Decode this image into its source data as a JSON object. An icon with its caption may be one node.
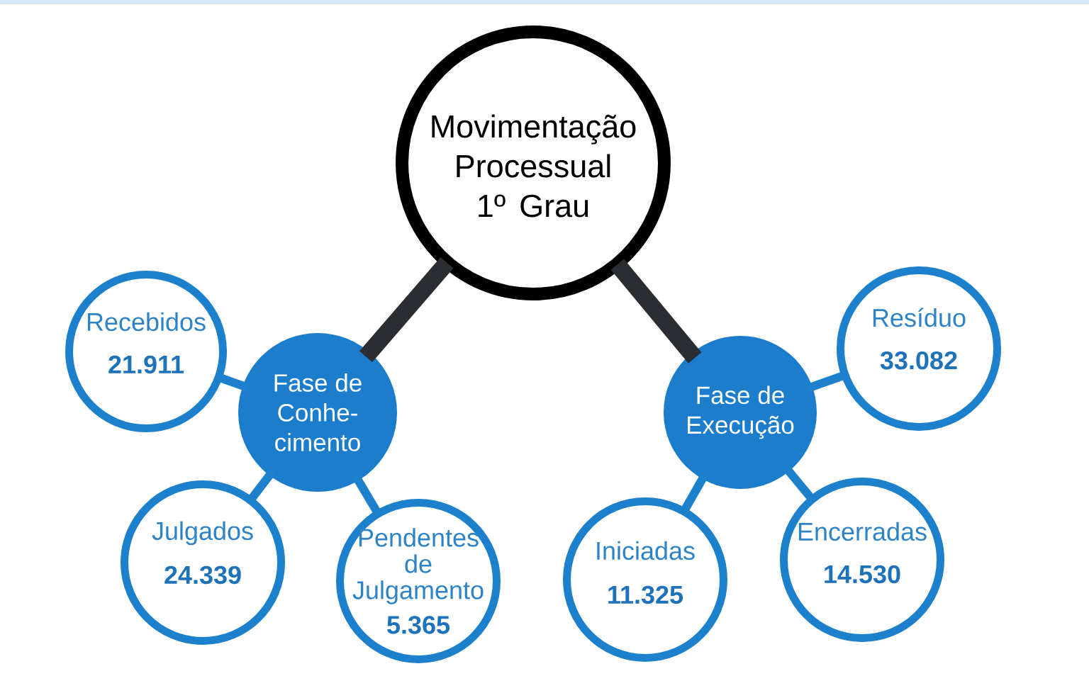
{
  "diagram": {
    "nodes": [
      {
        "text": [
          "Movimentação Processual 1º Grau"
        ]
      },
      {
        "text": [
          "Fase de Conhe- cimento"
        ]
      },
      {
        "text": [
          "Recebidos",
          "21.911"
        ]
      },
      {
        "text": [
          "Julgados",
          "24.339"
        ]
      },
      {
        "text": [
          "Pendentes de Julgamento",
          "5.365"
        ]
      },
      {
        "text": [
          "Fase de Execução"
        ]
      },
      {
        "text": [
          "Resíduo",
          "33.082"
        ]
      },
      {
        "text": [
          "Iniciadas",
          "11.325"
        ]
      },
      {
        "text": [
          "Encerradas",
          "14.530"
        ]
      }
    ],
    "edges": [
      {
        "from": 0,
        "to": 1,
        "arrow": "none",
        "style": "thick",
        "color": "#2a2e33"
      },
      {
        "from": 0,
        "to": 5,
        "arrow": "none",
        "style": "thick",
        "color": "#2a2e33"
      },
      {
        "from": 1,
        "to": 2,
        "arrow": "none"
      },
      {
        "from": 1,
        "to": 3,
        "arrow": "none"
      },
      {
        "from": 1,
        "to": 4,
        "arrow": "none"
      },
      {
        "from": 5,
        "to": 6,
        "arrow": "none"
      },
      {
        "from": 5,
        "to": 7,
        "arrow": "none"
      },
      {
        "from": 5,
        "to": 8,
        "arrow": "none"
      }
    ]
  }
}
